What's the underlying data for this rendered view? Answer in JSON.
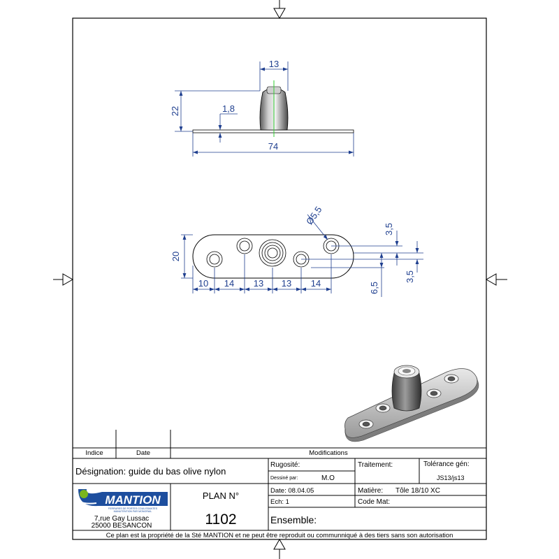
{
  "dimensions": {
    "post_width": "13",
    "post_height": "22",
    "plate_thickness": "1,8",
    "plate_length": "74",
    "hole_diameter": "Ø5,5",
    "plate_width": "20",
    "chain_end": "10",
    "chain_1": "14",
    "chain_2": "13",
    "chain_3": "13",
    "chain_4": "14",
    "offset_top": "3,5",
    "offset_right": "3,5",
    "offset_bottom": "6,5"
  },
  "title_block": {
    "revision_header": {
      "indice": "Indice",
      "date": "Date",
      "modifications": "Modifications"
    },
    "designation": "Désignation: guide du bas olive nylon",
    "rugosite_label": "Rugosité:",
    "dessine_label": "Dessiné par:",
    "dessine_value": "M.O",
    "traitement_label": "Traitement:",
    "tolerance_label": "Tolérance gén:",
    "tolerance_value": "JS13/js13",
    "company_name": "MANTION",
    "company_tagline_1": "FERRURES DE PORTES COULISSANTES",
    "company_tagline_2": "MANUTENTION PAR MONORAIL",
    "address_line1": "7,rue Gay Lussac",
    "address_line2": "25000 BESANCON",
    "plan_label": "PLAN N°",
    "plan_number": "1102",
    "date_text": "Date: 08.04.05",
    "echelle_text": "Ech:  1",
    "matiere_label": "Matière:",
    "matiere_value": "Tôle 18/10 XC",
    "code_mat_label": "Code Mat:",
    "ensemble_label": "Ensemble:",
    "footer_notice": "Ce plan est la propriété de la Sté MANTION et ne peut être reproduit ou communniqué à des tiers sans son autorisation"
  },
  "colors": {
    "dimension": "#1f3f8f",
    "centerline": "#33cc33",
    "logo_blue": "#1d4e9e",
    "logo_green": "#7ab51d"
  }
}
